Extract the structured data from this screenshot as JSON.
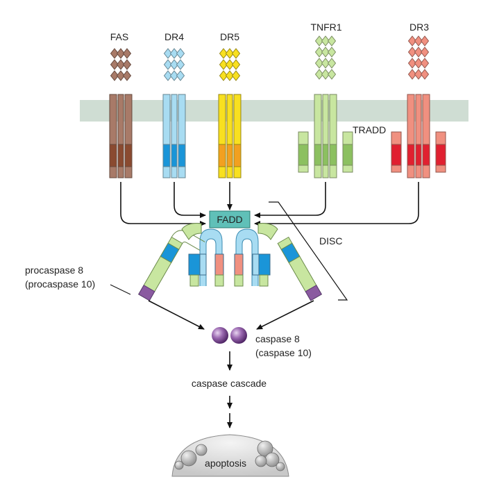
{
  "receptors": {
    "fas": {
      "label": "FAS"
    },
    "dr4": {
      "label": "DR4"
    },
    "dr5": {
      "label": "DR5"
    },
    "tnfr1": {
      "label": "TNFR1"
    },
    "dr3": {
      "label": "DR3"
    }
  },
  "adaptors": {
    "tradd": "TRADD",
    "fadd": "FADD"
  },
  "complex": {
    "disc": "DISC"
  },
  "procaspase": {
    "line1": "procaspase 8",
    "line2": "(procaspase 10)"
  },
  "caspase": {
    "line1": "caspase 8",
    "line2": "(caspase 10)"
  },
  "cascade": "caspase cascade",
  "outcome": "apoptosis",
  "colors": {
    "fas": "#a87a68",
    "fas_dark": "#8a4a30",
    "dr4": "#a8dcf2",
    "dr4_dark": "#1a95d8",
    "dr5": "#f8e020",
    "dr5_dark": "#f2a020",
    "tnfr1": "#c8e6a0",
    "tnfr1_dark": "#8cc060",
    "dr3": "#f09080",
    "dr3_dark": "#e02030",
    "membrane": "#cfddd3",
    "fadd": "#60c0b8",
    "caspase": "#8a5aa0"
  }
}
